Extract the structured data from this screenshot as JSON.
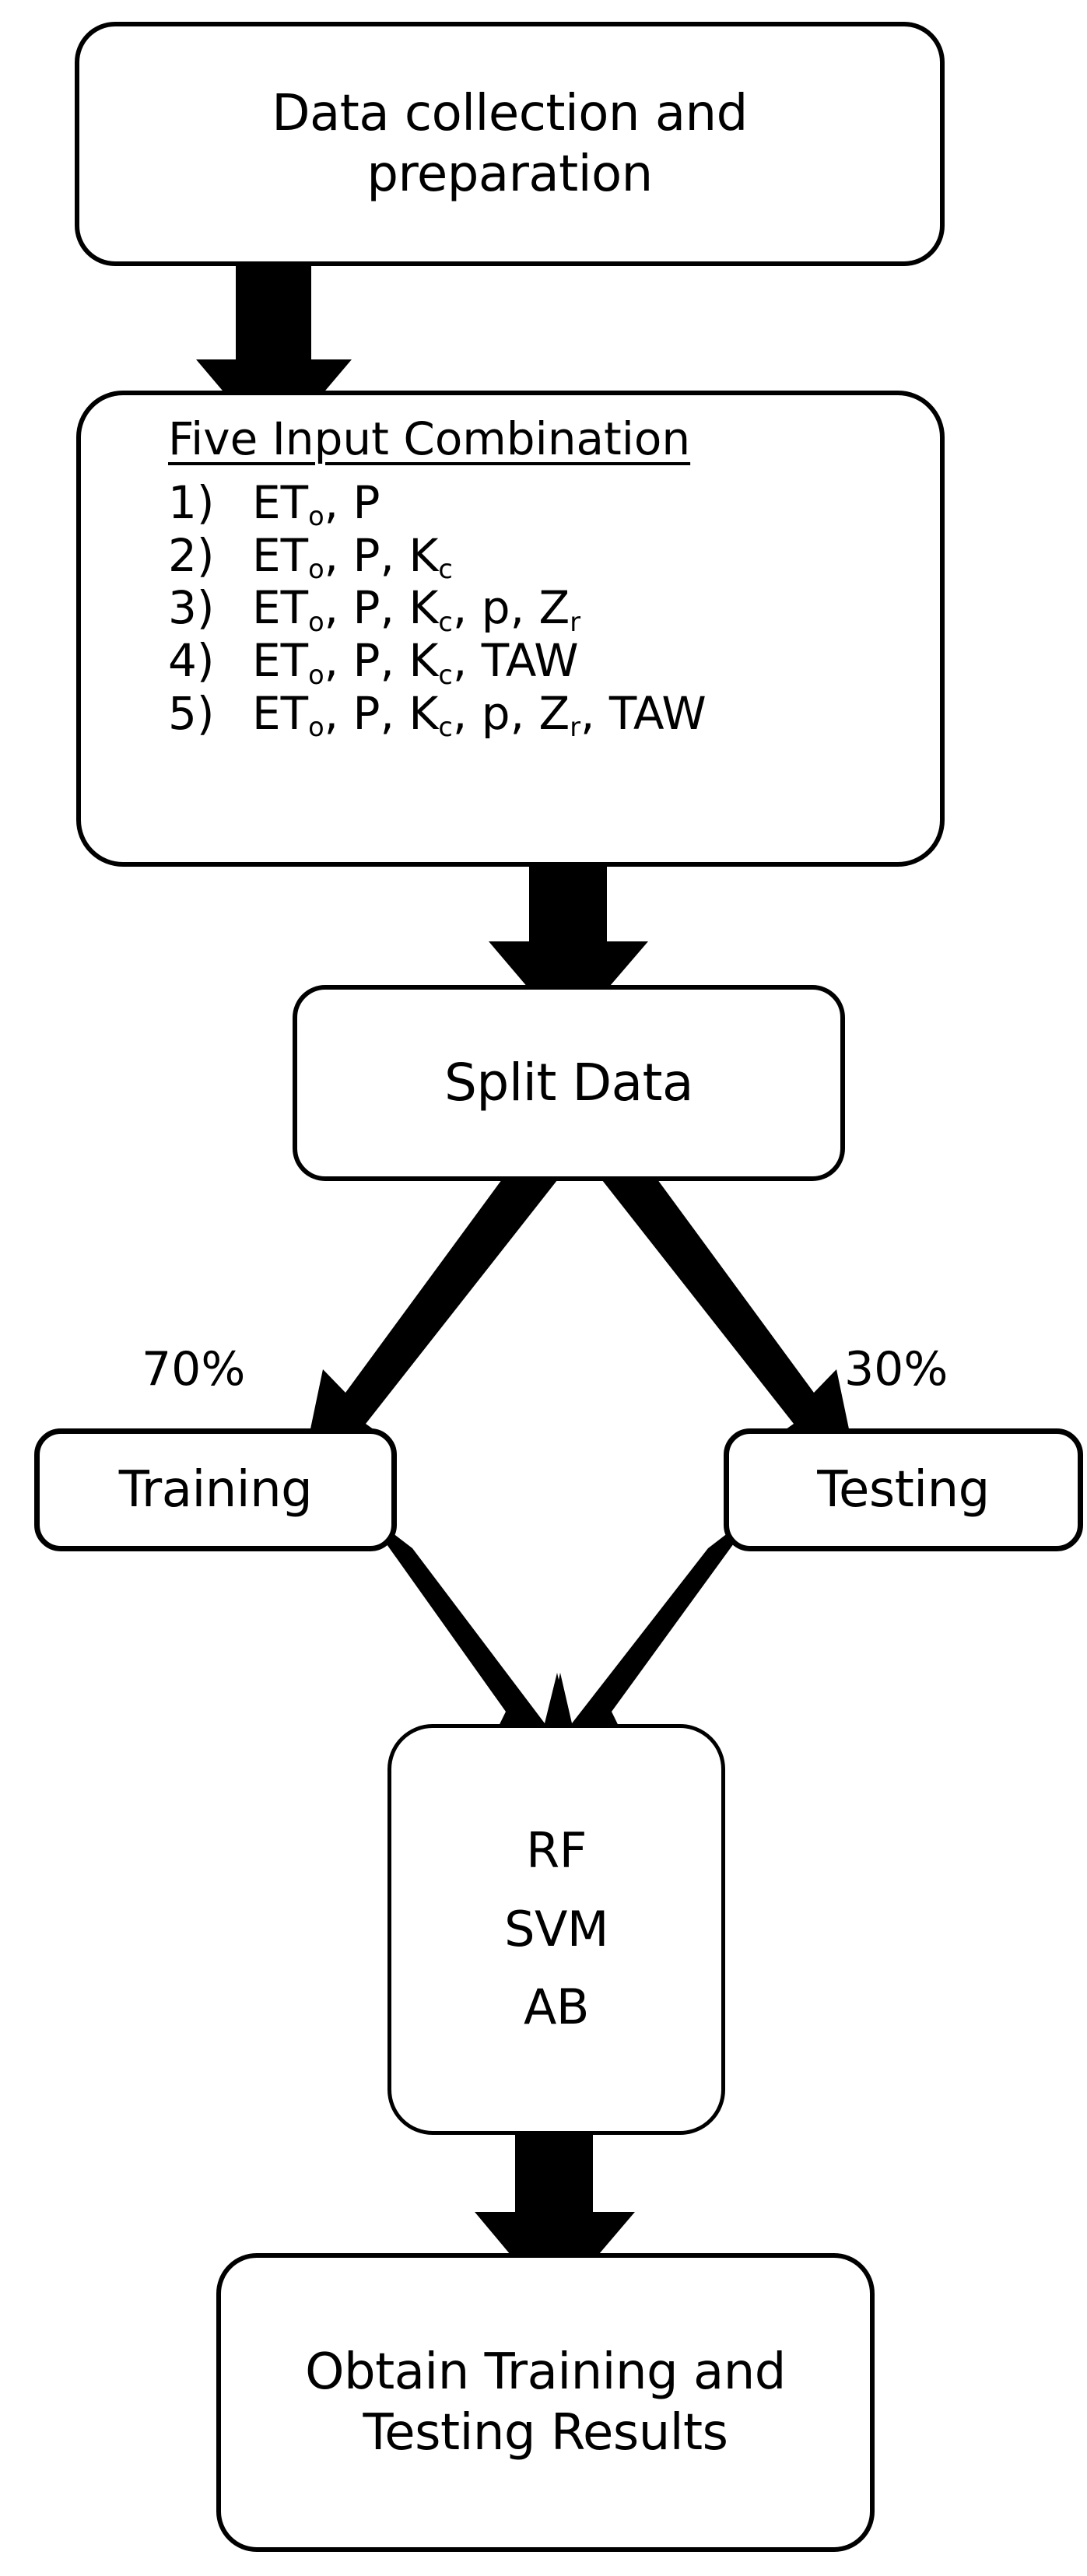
{
  "diagram": {
    "title": "Machine learning workflow flowchart",
    "accent_color": "#000000",
    "background_color": "#ffffff"
  },
  "nodes": {
    "data_collection": {
      "label": "Data collection and\npreparation"
    },
    "input_combination": {
      "title": "Five Input Combination",
      "items": [
        {
          "num": "1)",
          "parts": [
            {
              "t": "ET"
            },
            {
              "sub": "o"
            },
            {
              "t": ", P"
            }
          ]
        },
        {
          "num": "2)",
          "parts": [
            {
              "t": "ET"
            },
            {
              "sub": "o"
            },
            {
              "t": ", P, K"
            },
            {
              "sub": "c"
            }
          ]
        },
        {
          "num": "3)",
          "parts": [
            {
              "t": "ET"
            },
            {
              "sub": "o"
            },
            {
              "t": ", P, K"
            },
            {
              "sub": "c"
            },
            {
              "t": ", p, Z"
            },
            {
              "sub": "r"
            }
          ]
        },
        {
          "num": "4)",
          "parts": [
            {
              "t": "ET"
            },
            {
              "sub": "o"
            },
            {
              "t": ", P, K"
            },
            {
              "sub": "c"
            },
            {
              "t": ", TAW"
            }
          ]
        },
        {
          "num": "5)",
          "parts": [
            {
              "t": "ET"
            },
            {
              "sub": "o"
            },
            {
              "t": ", P, K"
            },
            {
              "sub": "c"
            },
            {
              "t": ", p, Z"
            },
            {
              "sub": "r"
            },
            {
              "t": ", TAW"
            }
          ]
        }
      ],
      "plain_items": [
        "1)  ETo, P",
        "2)  ETo, P, Kc",
        "3)  ETo, P, Kc, p, Zr",
        "4)  ETo, P, Kc, TAW",
        "5)  ETo, P, Kc, p, Zr, TAW"
      ]
    },
    "split_data": {
      "label": "Split Data"
    },
    "training": {
      "label": "Training"
    },
    "testing": {
      "label": "Testing"
    },
    "models": {
      "label": "RF\nSVM\nAB",
      "list": [
        "RF",
        "SVM",
        "AB"
      ]
    },
    "results": {
      "label": "Obtain Training and\nTesting Results"
    }
  },
  "labels": {
    "training_split": "70%",
    "testing_split": "30%"
  },
  "edges": [
    {
      "from": "data_collection",
      "to": "input_combination",
      "label": "",
      "style": "block-arrow-down"
    },
    {
      "from": "input_combination",
      "to": "split_data",
      "label": "",
      "style": "block-arrow-down"
    },
    {
      "from": "split_data",
      "to": "training",
      "label": "70%",
      "style": "block-arrow-diagonal-left"
    },
    {
      "from": "split_data",
      "to": "testing",
      "label": "30%",
      "style": "block-arrow-diagonal-right"
    },
    {
      "from": "training",
      "to": "models",
      "label": "",
      "style": "block-arrow-diagonal-right"
    },
    {
      "from": "testing",
      "to": "models",
      "label": "",
      "style": "block-arrow-diagonal-left"
    },
    {
      "from": "models",
      "to": "results",
      "label": "",
      "style": "block-arrow-down"
    }
  ]
}
